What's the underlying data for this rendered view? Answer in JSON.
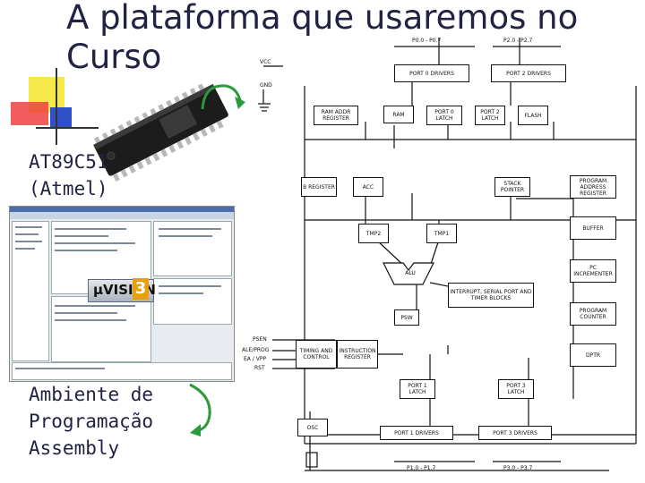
{
  "slide": {
    "title": "A plataforma que usaremos no Curso",
    "chip_label": "AT89C51\n(Atmel)",
    "env_label": "Ambiente de\nProgramação\nAssembly",
    "ide_logo": "µVISION",
    "ide_logo_version": "3"
  },
  "diagram": {
    "blocks": {
      "port0_drivers": "PORT 0 DRIVERS",
      "port2_drivers": "PORT 2 DRIVERS",
      "ram_addr_register": "RAM ADDR REGISTER",
      "ram": "RAM",
      "port0_latch": "PORT 0 LATCH",
      "port2_latch": "PORT 2 LATCH",
      "flash": "FLASH",
      "b_register": "B REGISTER",
      "acc": "ACC",
      "stack_pointer": "STACK POINTER",
      "program_address_register": "PROGRAM ADDRESS REGISTER",
      "tmp2": "TMP2",
      "tmp1": "TMP1",
      "buffer": "BUFFER",
      "alu": "ALU",
      "interrupt": "INTERRUPT, SERIAL PORT AND TIMER BLOCKS",
      "pc_incrementer": "PC INCREMENTER",
      "psw": "PSW",
      "program_counter": "PROGRAM COUNTER",
      "timing_control": "TIMING AND CONTROL",
      "instruction_register": "INSTRUCTION REGISTER",
      "dptr": "DPTR",
      "port1_latch": "PORT 1 LATCH",
      "port3_latch": "PORT 3 LATCH",
      "osc": "OSC",
      "port1_drivers": "PORT 1 DRIVERS",
      "port3_drivers": "PORT 3 DRIVERS"
    },
    "pins": {
      "p0": "P0.0 - P0.7",
      "p2": "P2.0 - P2.7",
      "vcc": "VCC",
      "gnd": "GND",
      "psen": "PSEN",
      "ale": "ALE/PROG",
      "ea": "EA / VPP",
      "rst": "RST",
      "p1": "P1.0 - P1.7",
      "p3": "P3.0 - P3.7"
    }
  },
  "colors": {
    "title": "#222244",
    "deco_yellow": "#f5e84a",
    "deco_red": "#f04040",
    "deco_blue": "#3050c8",
    "uv_accent": "#e8a010"
  }
}
